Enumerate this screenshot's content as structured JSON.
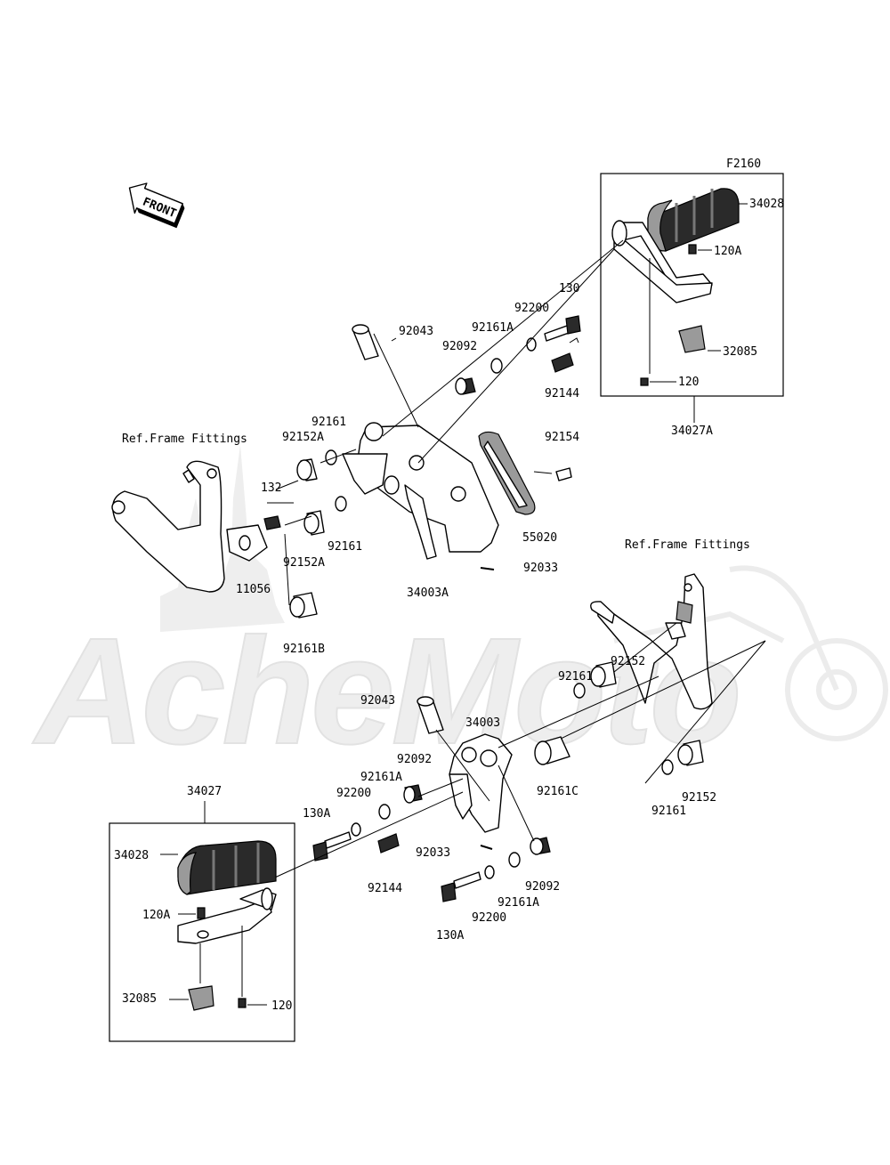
{
  "diagram_id": "F2160",
  "front_badge": "FRONT",
  "watermark": "AcheMoto",
  "ref_labels": {
    "ref_upper": "Ref.Frame Fittings",
    "ref_lower": "Ref.Frame Fittings"
  },
  "labels": {
    "l_34028_top": "34028",
    "l_120A_top": "120A",
    "l_32085_top": "32085",
    "l_120_top": "120",
    "l_34027A": "34027A",
    "l_130_top": "130",
    "l_92200_top": "92200",
    "l_92161A_top": "92161A",
    "l_92092_top": "92092",
    "l_92144_top": "92144",
    "l_92043_top": "92043",
    "l_92154": "92154",
    "l_92161_u1": "92161",
    "l_92152A_u1": "92152A",
    "l_132": "132",
    "l_92161_u2": "92161",
    "l_92152A_u2": "92152A",
    "l_11056": "11056",
    "l_55020": "55020",
    "l_92033_top": "92033",
    "l_34003A": "34003A",
    "l_92161B": "92161B",
    "l_92152_a": "92152",
    "l_92161_a": "92161",
    "l_92043_bot": "92043",
    "l_34003": "34003",
    "l_92092_bot1": "92092",
    "l_92161A_bot1": "92161A",
    "l_92200_bot1": "92200",
    "l_130A_bot1": "130A",
    "l_92161C": "92161C",
    "l_92161_b": "92161",
    "l_92152_b": "92152",
    "l_34027": "34027",
    "l_92033_bot": "92033",
    "l_34028_bot": "34028",
    "l_92144_bot": "92144",
    "l_120A_bot": "120A",
    "l_92092_bot2": "92092",
    "l_92161A_bot2": "92161A",
    "l_92200_bot2": "92200",
    "l_130A_bot2": "130A",
    "l_120_bot": "120",
    "l_32085_bot": "32085"
  }
}
